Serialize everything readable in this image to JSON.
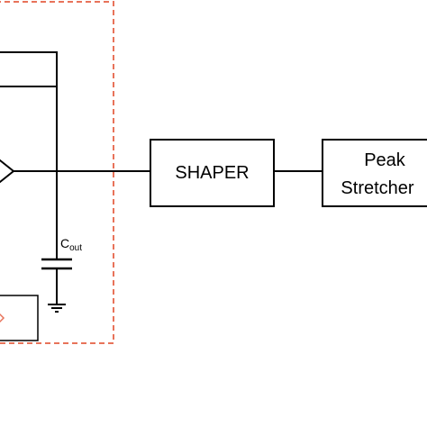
{
  "blocks": {
    "shaper": "SHAPER",
    "peak_stretcher_line1": "Peak",
    "peak_stretcher_line2": "Stretcher"
  },
  "capacitor": {
    "symbol": "C",
    "subscript": "out"
  },
  "colors": {
    "dashed_boundary": "#e8735a",
    "small_mark": "#e8735a",
    "line": "#000000"
  }
}
